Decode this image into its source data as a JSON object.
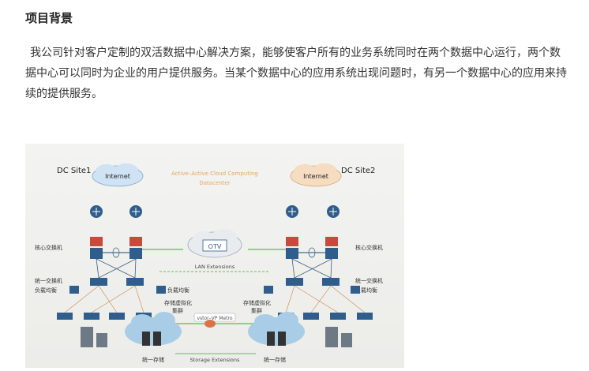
{
  "section": {
    "title": "项目背景",
    "paragraph": "我公司针对客户定制的双活数据中心解决方案，能够使客户所有的业务系统同时在两个数据中心运行，两个数据中心可以同时为企业的用户提供服务。当某个数据中心的应用系统出现问题时，有另一个数据中心的应用来持续的提供服务。"
  },
  "diagram": {
    "site1_label": "DC Site1",
    "site2_label": "DC Site2",
    "internet1": "Internet",
    "internet2": "Internet",
    "center_title_line1": "Active–Active Cloud Computing",
    "center_title_line2": "Datacenter",
    "otv": "OTV",
    "core_switch_left": "核心交换机",
    "core_switch_right": "核心交换机",
    "unified_switch_left": "统一交换机",
    "unified_switch_right": "统一交换机",
    "lb_left_outer": "负载均衡",
    "lb_left_inner": "负载均衡",
    "lb_right_inner": "负载均衡",
    "lan_ext": "LAN Extensions",
    "storage_virt_left_1": "存储虚拟化",
    "storage_virt_left_2": "集群",
    "storage_virt_right_1": "存储虚拟化",
    "storage_virt_right_2": "集群",
    "metro": "vstor–VP Metro",
    "unified_storage_left": "统一存储",
    "unified_storage_right": "统一存储",
    "storage_ext": "Storage Extensions",
    "colors": {
      "internet1_fill": "#cfe3f5",
      "internet2_fill": "#f6dcc0",
      "accent_title": "#e8a65a",
      "link_green": "#8fcf8a",
      "core_red": "#c84a3a",
      "switch_blue": "#2f5d8c"
    }
  }
}
